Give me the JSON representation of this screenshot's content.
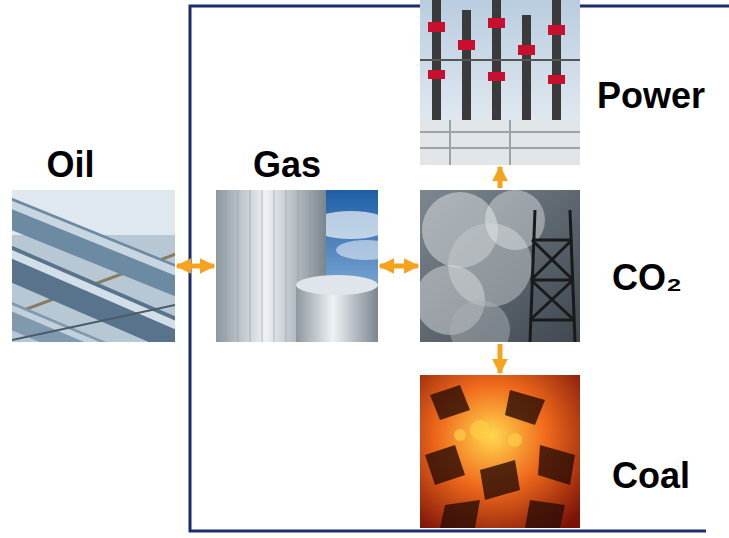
{
  "diagram": {
    "nodes": [
      {
        "text": [
          "Oil"
        ]
      },
      {
        "text": [
          "Gas"
        ]
      },
      {
        "text": [
          "Power"
        ]
      },
      {
        "text": [
          "CO₂"
        ]
      },
      {
        "text": [
          "Coal"
        ]
      }
    ],
    "edges": [
      {
        "from": 0,
        "to": 1,
        "arrow": "both"
      },
      {
        "from": 1,
        "to": 3,
        "arrow": "both"
      },
      {
        "from": 3,
        "to": 2,
        "arrow": "to"
      },
      {
        "from": 3,
        "to": 4,
        "arrow": "to"
      }
    ]
  }
}
